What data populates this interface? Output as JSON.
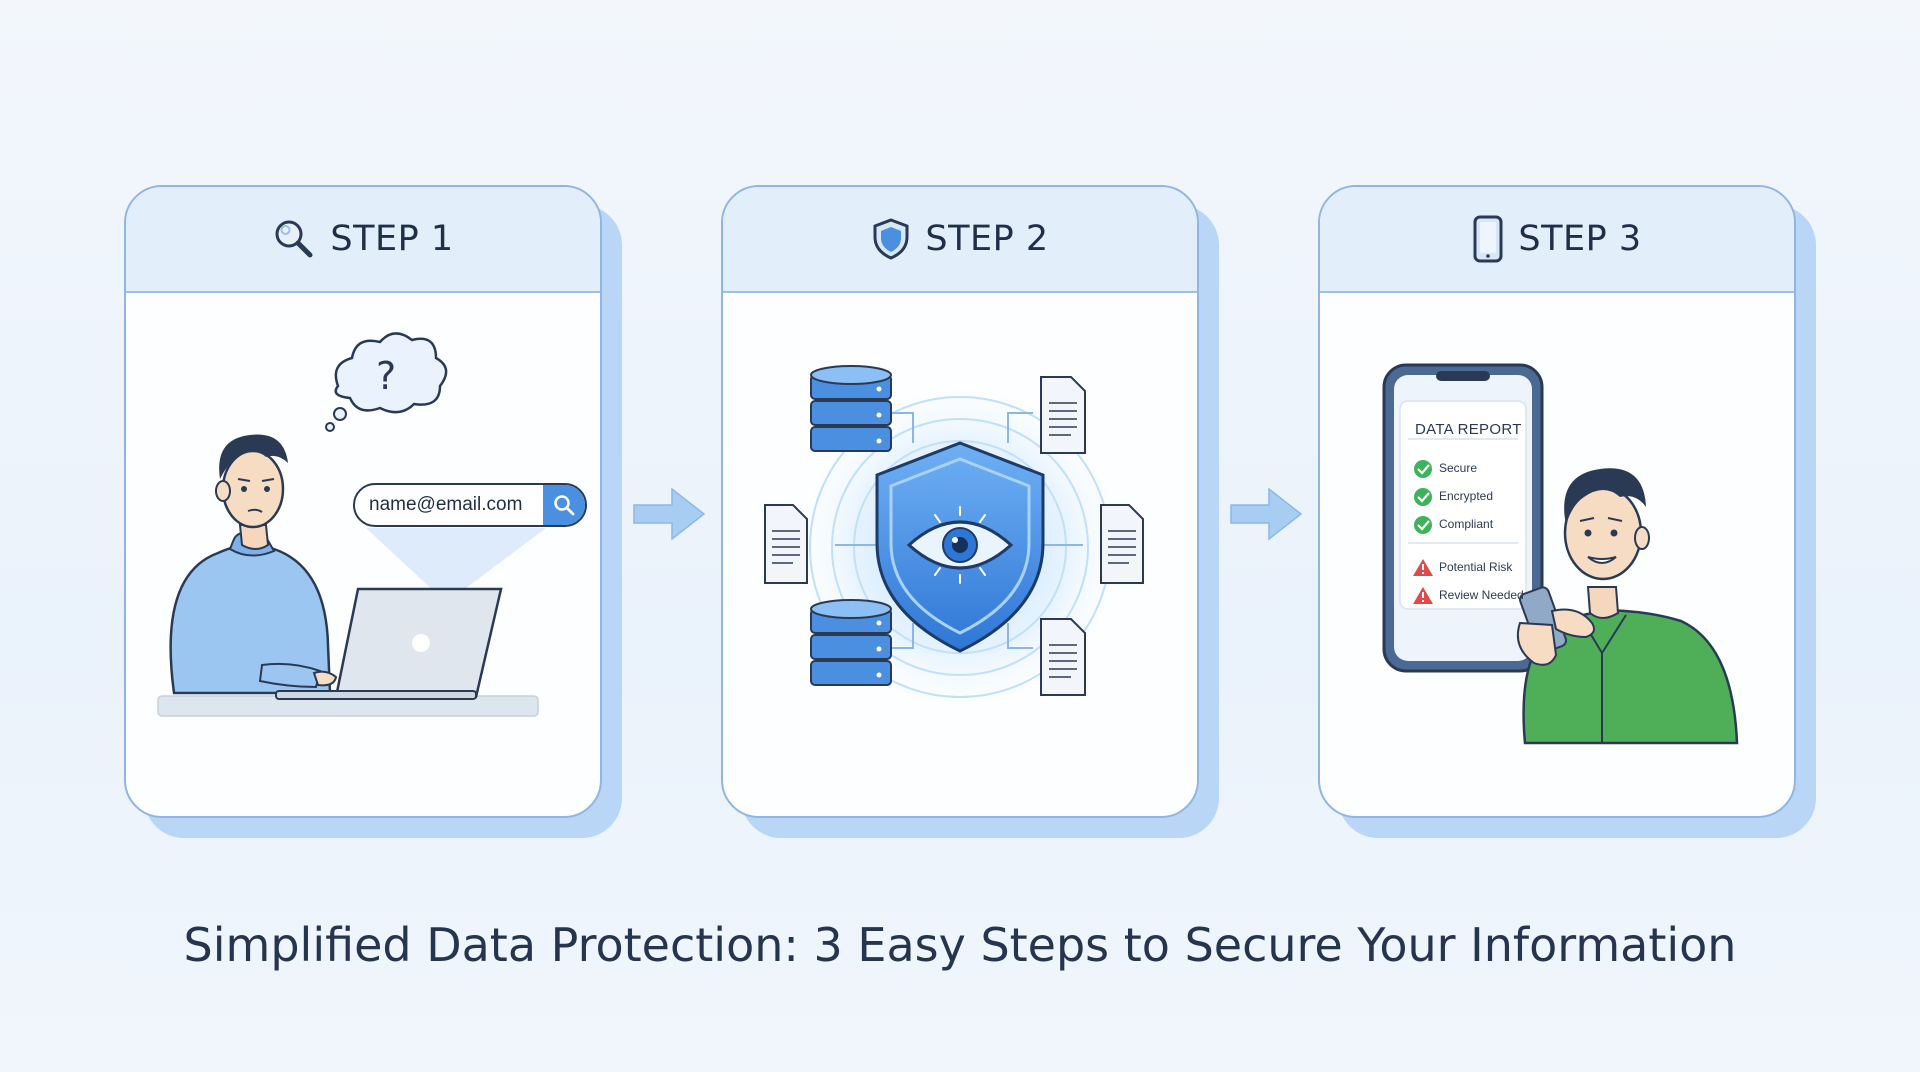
{
  "steps": [
    {
      "label": "STEP 1",
      "icon": "magnifier-icon"
    },
    {
      "label": "STEP 2",
      "icon": "shield-icon"
    },
    {
      "label": "STEP 3",
      "icon": "phone-icon"
    }
  ],
  "step1": {
    "email_value": "name@email.com",
    "thought_text": "?"
  },
  "step3": {
    "report_title": "DATA REPORT",
    "report_items": [
      {
        "text": "Secure",
        "status": "ok"
      },
      {
        "text": "Encrypted",
        "status": "ok"
      },
      {
        "text": "Compliant",
        "status": "ok"
      },
      {
        "text": "Potential Risk",
        "status": "warn"
      },
      {
        "text": "Review Needed",
        "status": "warn"
      }
    ]
  },
  "colors": {
    "accent": "#4a8fe0",
    "card_border": "#8fb6e3",
    "header_bg": "#e2eef9",
    "ok": "#3fb35b",
    "warn": "#e04a4a",
    "shirt_green": "#4fae58",
    "sweater_blue": "#9cc6f2"
  },
  "footer": {
    "title": "Simplified Data Protection: 3 Easy Steps to Secure Your Information"
  }
}
